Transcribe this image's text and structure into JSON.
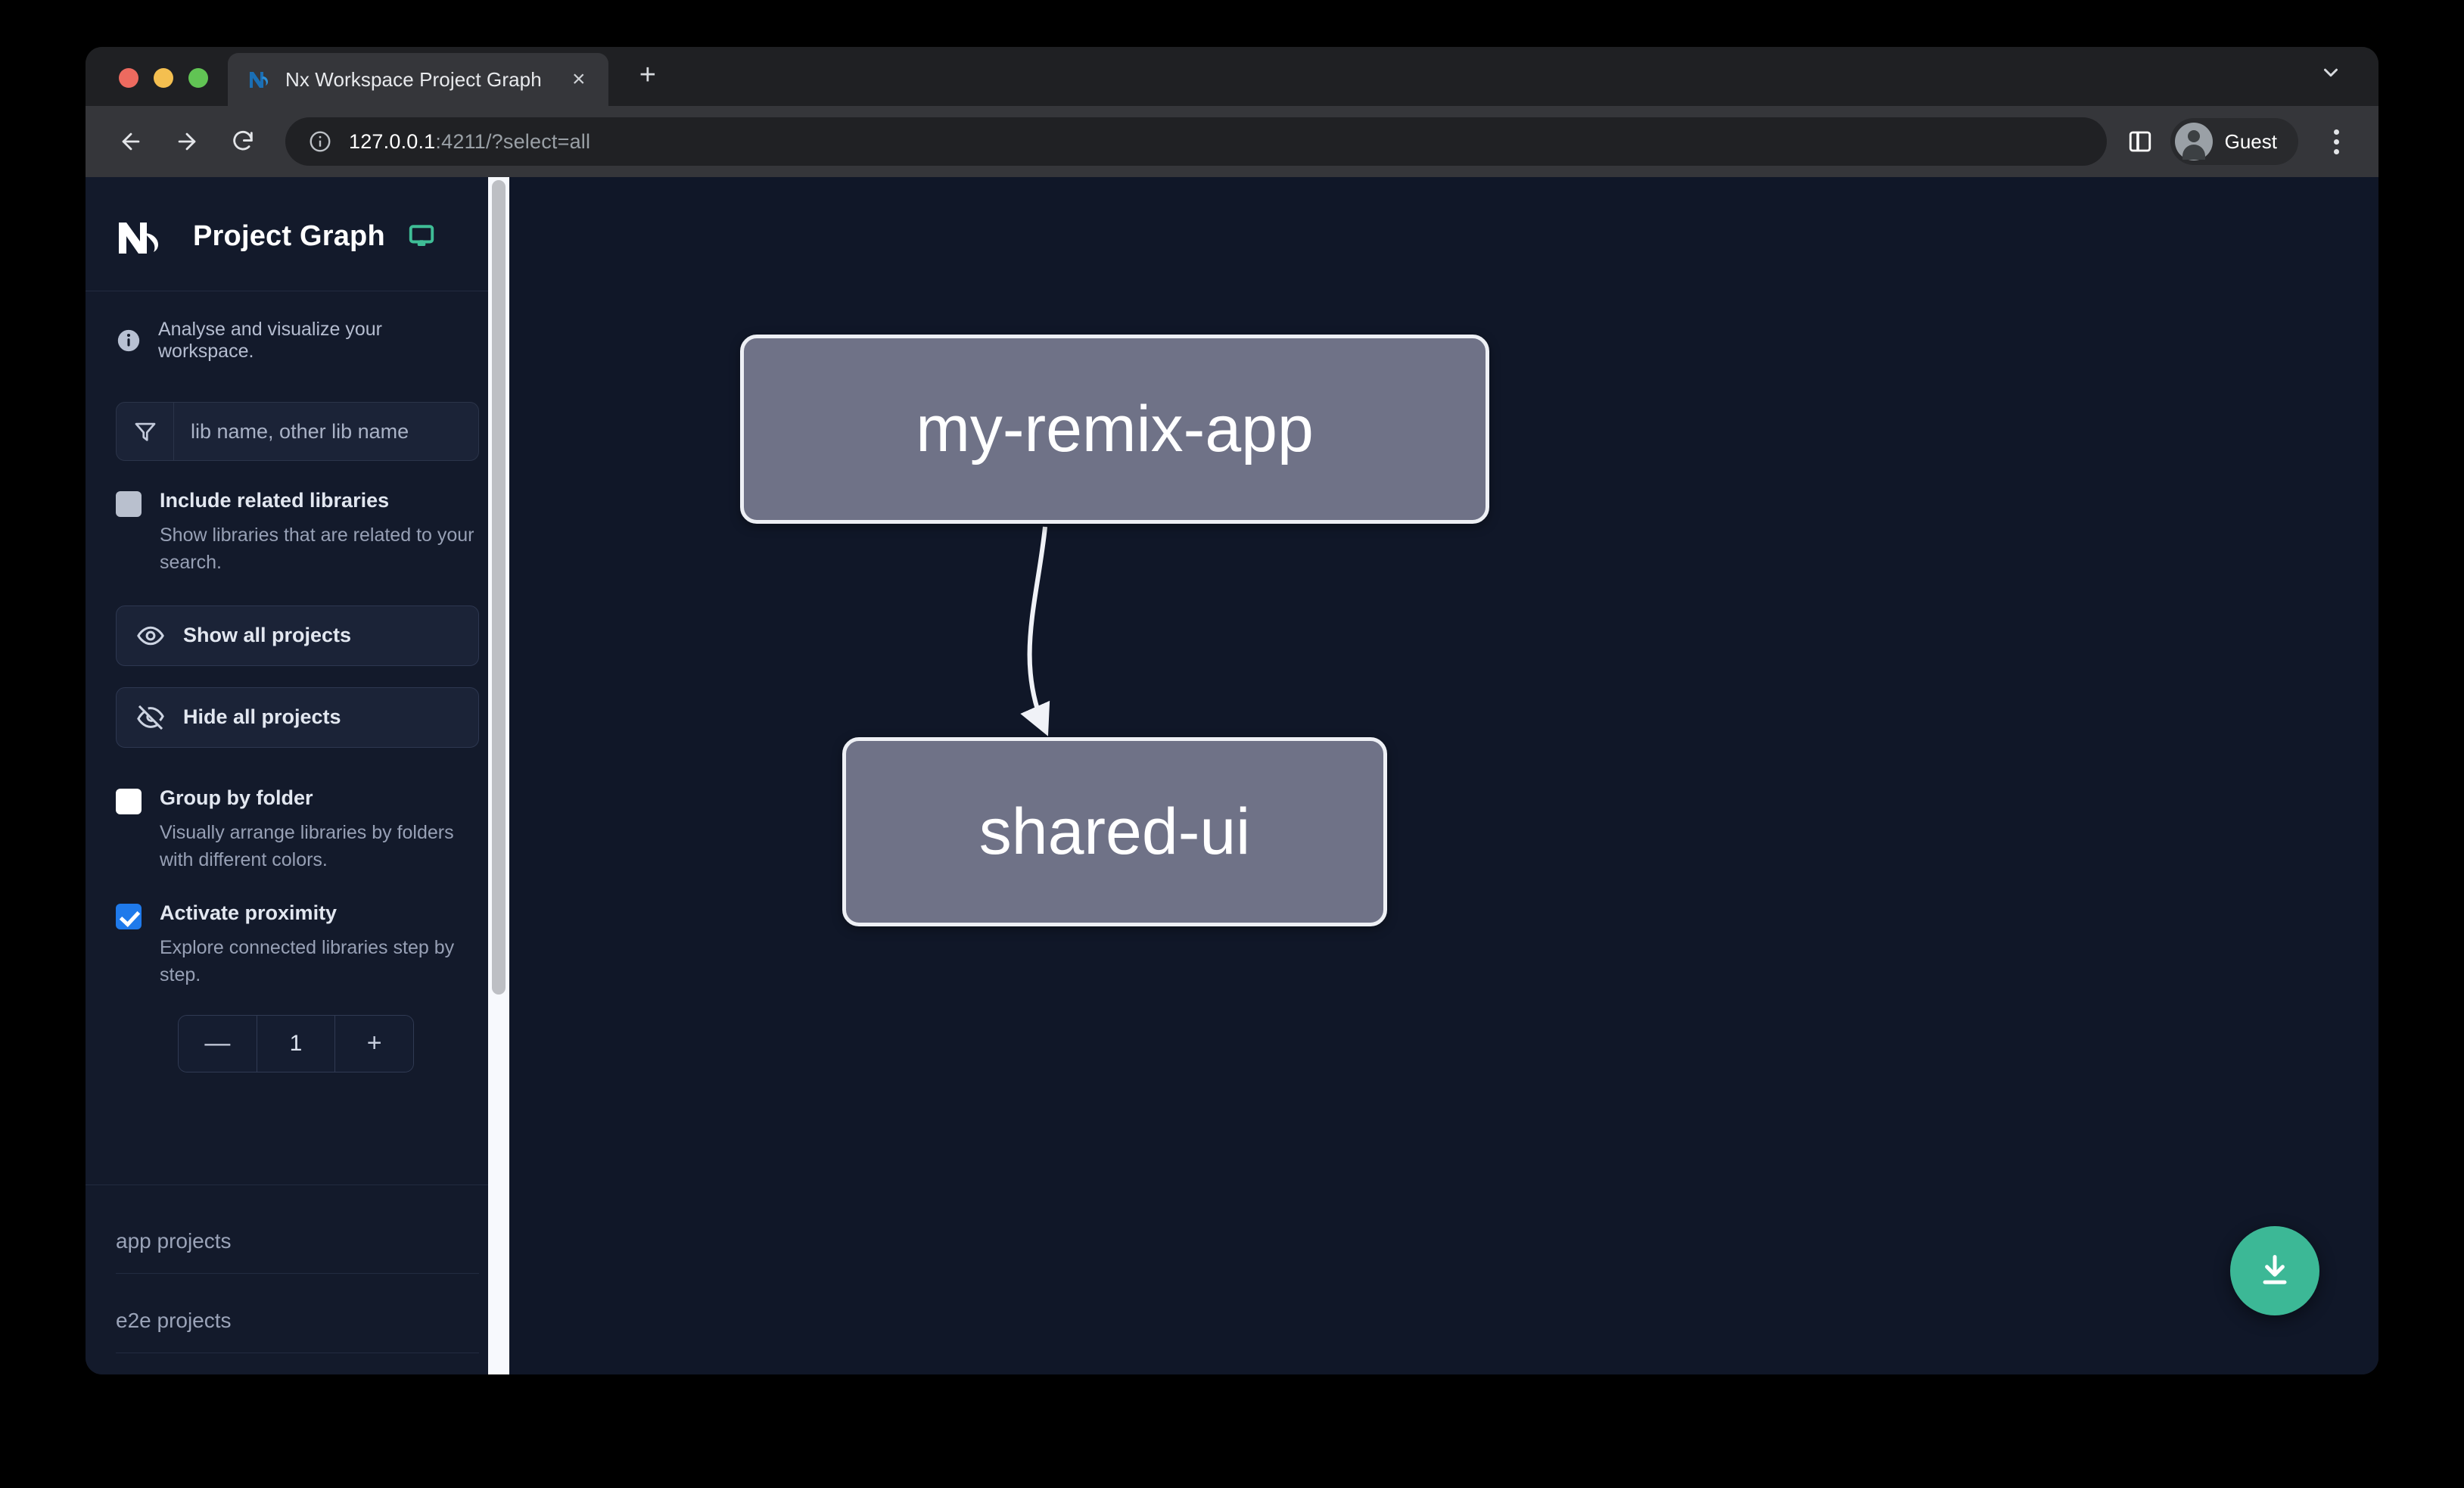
{
  "browser": {
    "tab": {
      "title": "Nx Workspace Project Graph",
      "favicon": "nx-logo-favicon",
      "close_label": "×"
    },
    "new_tab_label": "+",
    "tab_list_chevron": "⌄",
    "toolbar": {
      "back_icon": "back-arrow-icon",
      "forward_icon": "forward-arrow-icon",
      "reload_icon": "reload-icon",
      "site_info_icon": "info-circle-icon",
      "url_host": "127.0.0.1",
      "url_rest": ":4211/?select=all",
      "side_panel_icon": "side-panel-icon",
      "profile_name": "Guest",
      "menu_icon": "kebab-menu-icon"
    }
  },
  "sidebar": {
    "app_title": "Project Graph",
    "logo": "nx-logo",
    "monitor_icon": "monitor-icon",
    "tagline": "Analyse and visualize your workspace.",
    "tagline_icon": "info-icon",
    "filter": {
      "icon": "filter-funnel-icon",
      "placeholder": "lib name, other lib name",
      "value": ""
    },
    "options": [
      {
        "id": "include-related-libraries",
        "label": "Include related libraries",
        "description": "Show libraries that are related to your search.",
        "state": "muted"
      },
      {
        "id": "group-by-folder",
        "label": "Group by folder",
        "description": "Visually arrange libraries by folders with different colors.",
        "state": "unchecked"
      },
      {
        "id": "activate-proximity",
        "label": "Activate proximity",
        "description": "Explore connected libraries step by step.",
        "state": "checked"
      }
    ],
    "buttons": [
      {
        "id": "show-all-projects",
        "label": "Show all projects",
        "icon": "eye-icon"
      },
      {
        "id": "hide-all-projects",
        "label": "Hide all projects",
        "icon": "eye-slash-icon"
      }
    ],
    "stepper": {
      "decrement_label": "—",
      "value": "1",
      "increment_label": "+"
    },
    "groups": [
      {
        "id": "app-projects",
        "label": "app projects"
      },
      {
        "id": "e2e-projects",
        "label": "e2e projects"
      }
    ]
  },
  "graph": {
    "nodes": [
      {
        "id": "my-remix-app",
        "label": "my-remix-app"
      },
      {
        "id": "shared-ui",
        "label": "shared-ui"
      }
    ],
    "edges": [
      {
        "from": "my-remix-app",
        "to": "shared-ui"
      }
    ],
    "download_button_icon": "download-icon"
  },
  "colors": {
    "sidebar_bg": "#131a2b",
    "canvas_bg": "#101728",
    "node_fill": "#6f7287",
    "node_border": "#eef0f5",
    "accent_green": "#3cb896",
    "accent_blue": "#1f7aeb"
  }
}
